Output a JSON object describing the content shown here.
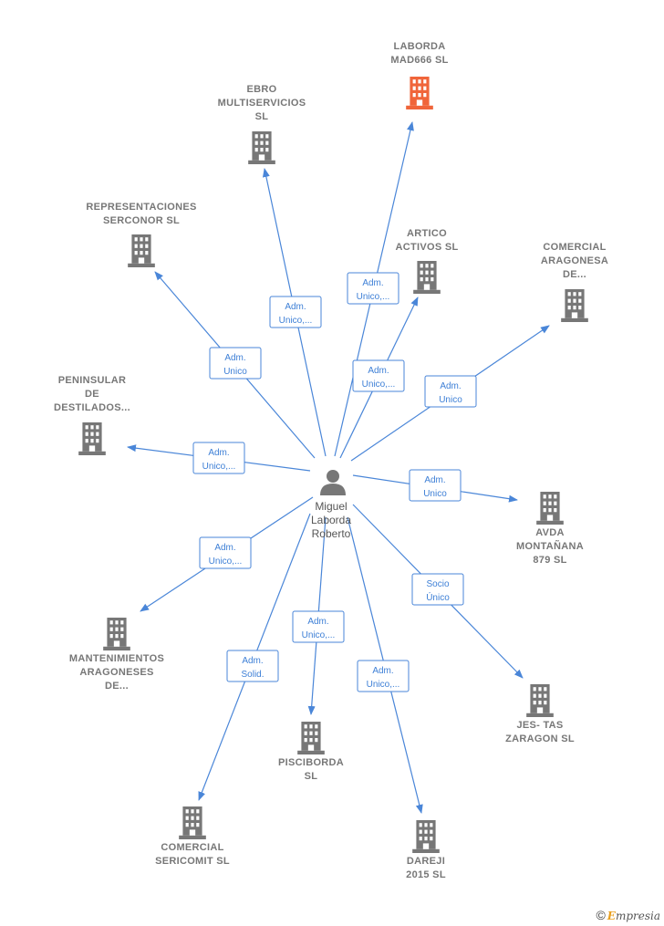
{
  "colors": {
    "edge": "#4a86d8",
    "node": "#777777",
    "highlight": "#f0653a",
    "person": "#777777"
  },
  "center": {
    "label": [
      "Miguel",
      "Laborda",
      "Roberto"
    ],
    "icon": "person-icon"
  },
  "nodes": [
    {
      "id": "laborda-mad666",
      "label": [
        "LABORDA",
        "MAD666  SL"
      ],
      "highlight": true,
      "edge": [
        "Adm.",
        "Unico,..."
      ]
    },
    {
      "id": "ebro-multiservicios",
      "label": [
        "EBRO",
        "MULTISERVICIOS",
        "SL"
      ],
      "highlight": false,
      "edge": [
        "Adm.",
        "Unico,..."
      ]
    },
    {
      "id": "representaciones-serconor",
      "label": [
        "REPRESENTACIONES",
        "SERCONOR  SL"
      ],
      "highlight": false,
      "edge": [
        "Adm.",
        "Unico"
      ]
    },
    {
      "id": "artico-activos",
      "label": [
        "ARTICO",
        "ACTIVOS  SL"
      ],
      "highlight": false,
      "edge": [
        "Adm.",
        "Unico,..."
      ]
    },
    {
      "id": "comercial-aragonesa",
      "label": [
        "COMERCIAL",
        "ARAGONESA",
        "DE..."
      ],
      "highlight": false,
      "edge": [
        "Adm.",
        "Unico"
      ]
    },
    {
      "id": "peninsular-destilados",
      "label": [
        "PENINSULAR",
        "DE",
        "DESTILADOS..."
      ],
      "highlight": false,
      "edge": [
        "Adm.",
        "Unico,..."
      ]
    },
    {
      "id": "avda-montanana",
      "label": [
        "AVDA",
        "MONTAÑANA",
        "879 SL"
      ],
      "highlight": false,
      "edge": [
        "Adm.",
        "Unico"
      ]
    },
    {
      "id": "mantenimientos-aragoneses",
      "label": [
        "MANTENIMIENTOS",
        "ARAGONESES",
        "DE..."
      ],
      "highlight": false,
      "edge": [
        "Adm.",
        "Unico,..."
      ]
    },
    {
      "id": "jes-tas-zaragon",
      "label": [
        "JES- TAS",
        "ZARAGON  SL"
      ],
      "highlight": false,
      "edge": [
        "Socio",
        "Único"
      ]
    },
    {
      "id": "pisciborda",
      "label": [
        "PISCIBORDA",
        "SL"
      ],
      "highlight": false,
      "edge": [
        "Adm.",
        "Unico,..."
      ]
    },
    {
      "id": "comercial-sericomit",
      "label": [
        "COMERCIAL",
        "SERICOMIT  SL"
      ],
      "highlight": false,
      "edge": [
        "Adm.",
        "Solid."
      ]
    },
    {
      "id": "dareji-2015",
      "label": [
        "DAREJI",
        "2015  SL"
      ],
      "highlight": false,
      "edge": [
        "Adm.",
        "Unico,..."
      ]
    }
  ],
  "brand": {
    "copyright": "©",
    "first": "E",
    "rest": "mpresia"
  }
}
